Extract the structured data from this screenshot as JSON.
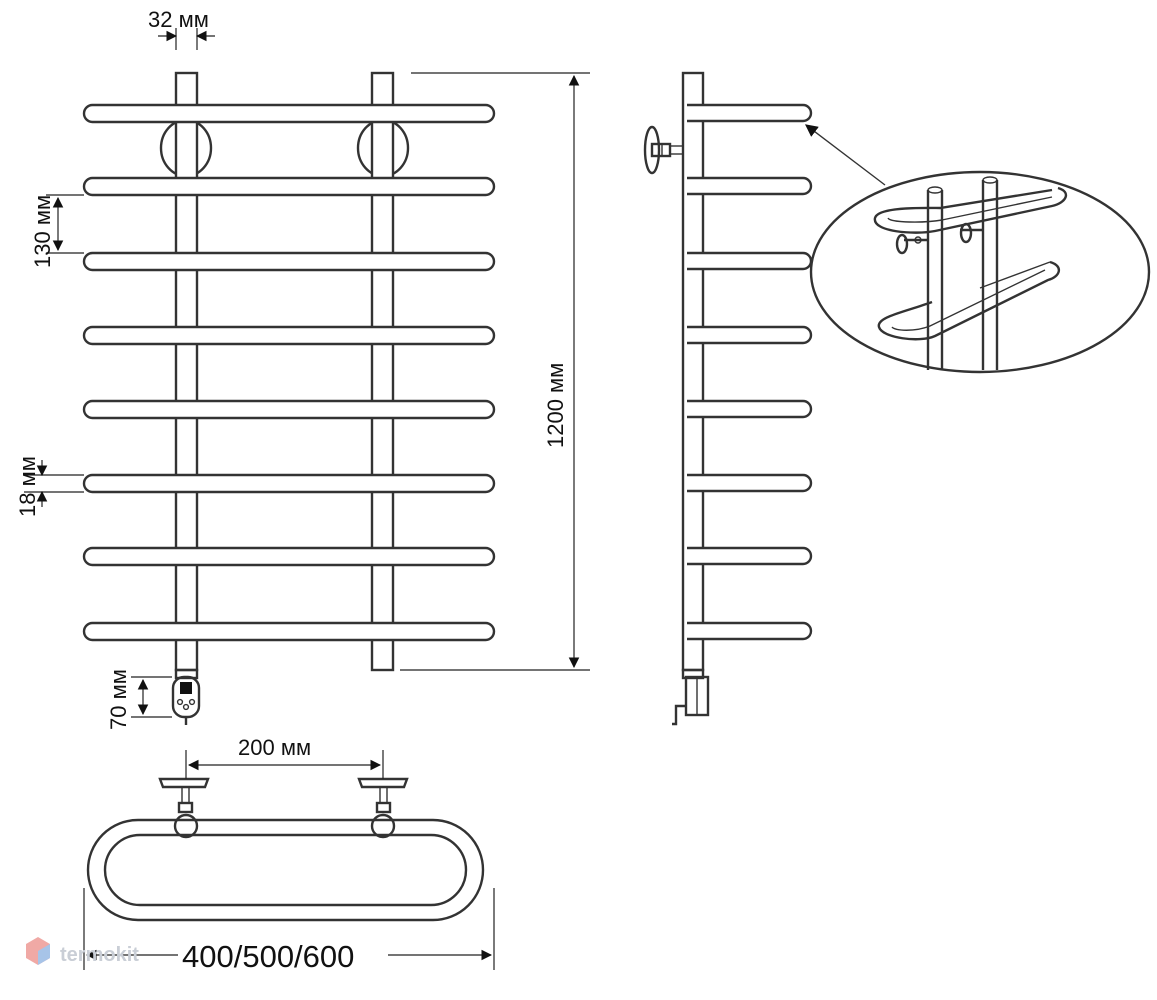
{
  "dimensions": {
    "pipe_diameter": "32 мм",
    "bar_spacing": "130 мм",
    "bar_thickness": "18 мм",
    "total_height": "1200 мм",
    "heater_height": "70 мм",
    "mount_distance": "200 мм",
    "widths": "400/500/600"
  },
  "watermark": {
    "text": "termokit"
  },
  "colors": {
    "line": "#333333",
    "dimension": "#222222",
    "watermark": "#c9ced6"
  }
}
